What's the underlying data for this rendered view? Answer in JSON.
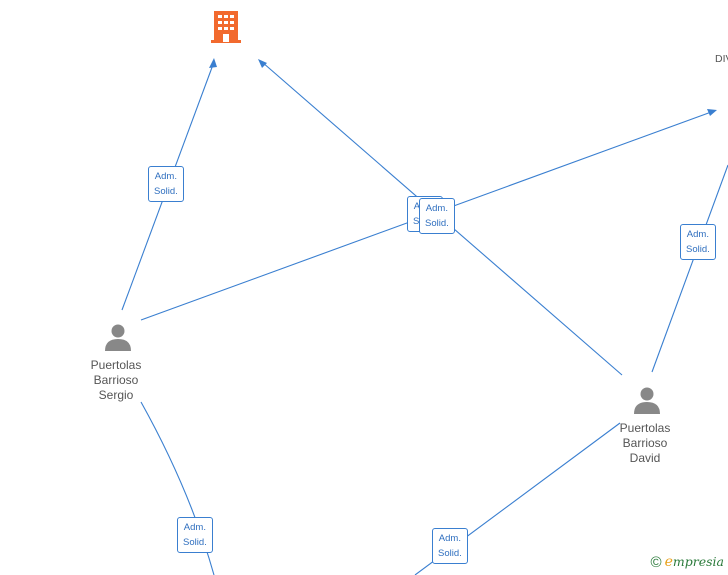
{
  "nodes": {
    "person1": {
      "name_lines": [
        "Puertolas",
        "Barrioso",
        "Sergio"
      ],
      "icon": "person-icon"
    },
    "person2": {
      "name_lines": [
        "Puertolas",
        "Barrioso",
        "David"
      ],
      "icon": "person-icon"
    },
    "company_top": {
      "icon": "building-icon",
      "color": "#f26a2e"
    },
    "company_right": {
      "label": "DIV"
    }
  },
  "relations": {
    "line1": "Adm.",
    "line2": "Solid."
  },
  "brand": {
    "copyright": "©",
    "e": "e",
    "rest": "mpresia"
  },
  "colors": {
    "edge": "#3a7fd0",
    "person": "#888888",
    "company": "#f26a2e"
  }
}
